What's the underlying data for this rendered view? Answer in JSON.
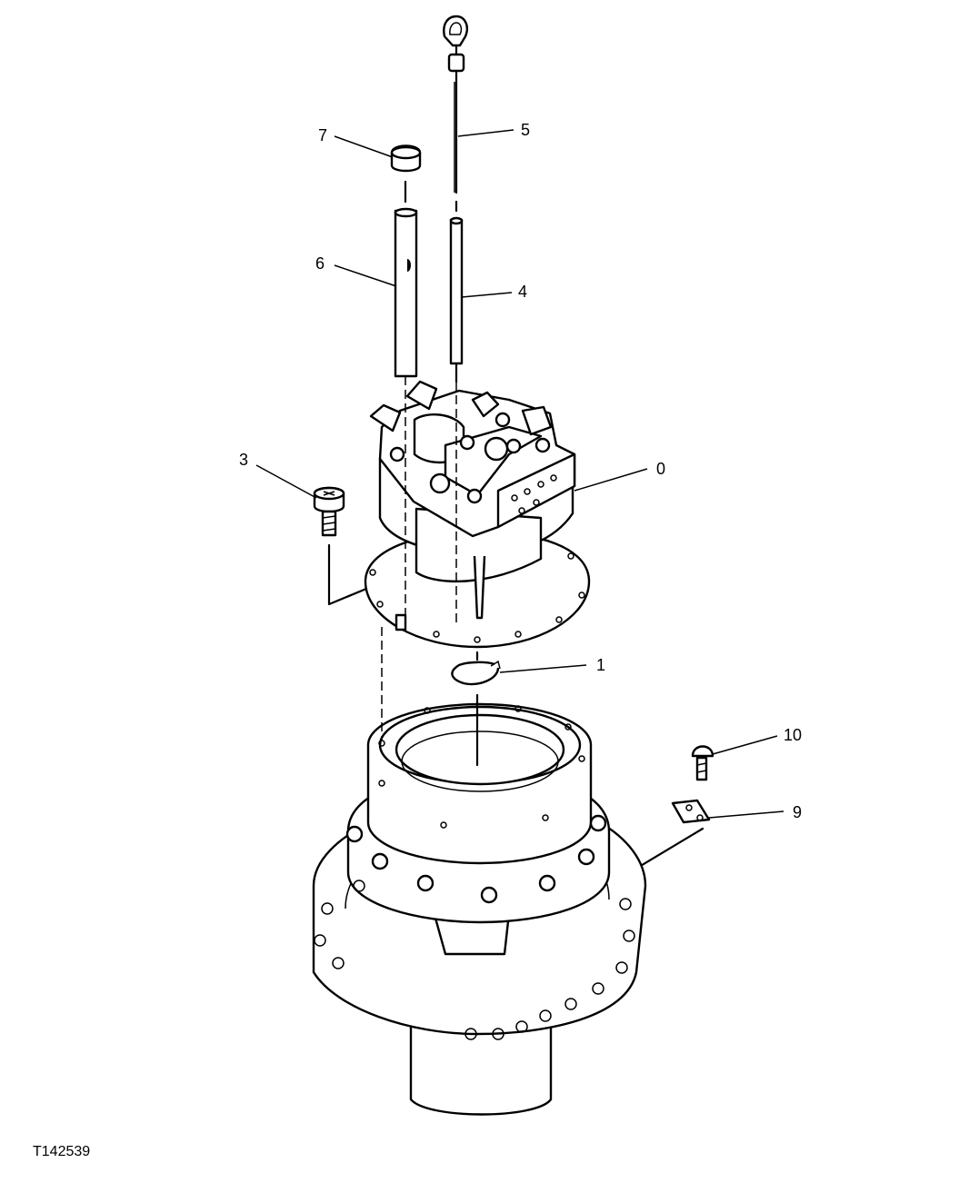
{
  "figure_id": "T142539",
  "callouts": [
    {
      "id": "callout-0",
      "label": "0"
    },
    {
      "id": "callout-1",
      "label": "1"
    },
    {
      "id": "callout-3",
      "label": "3"
    },
    {
      "id": "callout-4",
      "label": "4"
    },
    {
      "id": "callout-5",
      "label": "5"
    },
    {
      "id": "callout-6",
      "label": "6"
    },
    {
      "id": "callout-7",
      "label": "7"
    },
    {
      "id": "callout-9",
      "label": "9"
    },
    {
      "id": "callout-10",
      "label": "10"
    }
  ]
}
